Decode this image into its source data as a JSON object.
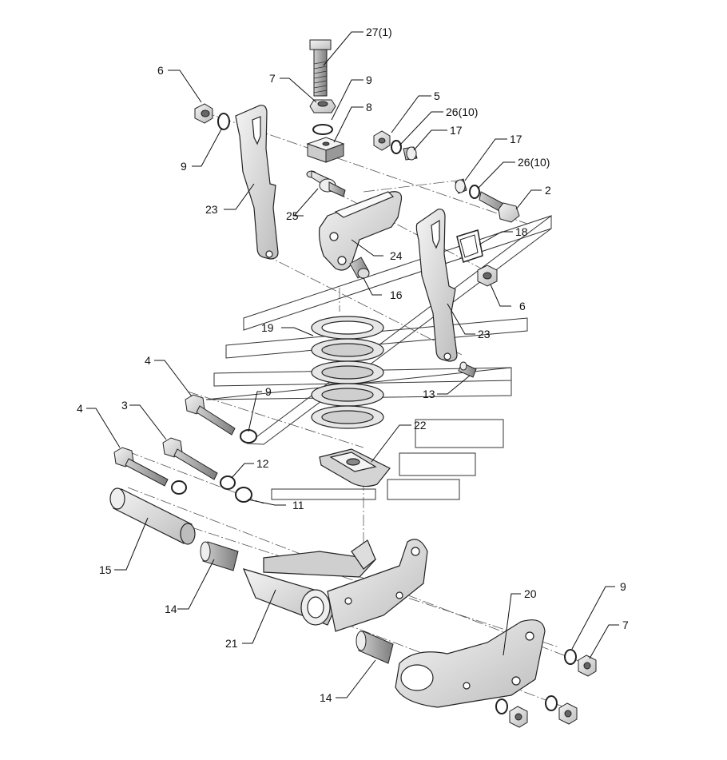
{
  "diagram": {
    "callouts": [
      {
        "id": "c27",
        "label": "27(1)"
      },
      {
        "id": "c6a",
        "label": "6"
      },
      {
        "id": "c7a",
        "label": "7"
      },
      {
        "id": "c9a",
        "label": "9"
      },
      {
        "id": "c8",
        "label": "8"
      },
      {
        "id": "c5",
        "label": "5"
      },
      {
        "id": "c26a",
        "label": "26(10)"
      },
      {
        "id": "c17a",
        "label": "17"
      },
      {
        "id": "c9b",
        "label": "9"
      },
      {
        "id": "c17b",
        "label": "17"
      },
      {
        "id": "c26b",
        "label": "26(10)"
      },
      {
        "id": "c2",
        "label": "2"
      },
      {
        "id": "c23a",
        "label": "23"
      },
      {
        "id": "c25",
        "label": "25"
      },
      {
        "id": "c18",
        "label": "18"
      },
      {
        "id": "c24",
        "label": "24"
      },
      {
        "id": "c16",
        "label": "16"
      },
      {
        "id": "c6b",
        "label": "6"
      },
      {
        "id": "c19",
        "label": "19"
      },
      {
        "id": "c23b",
        "label": "23"
      },
      {
        "id": "c4a",
        "label": "4"
      },
      {
        "id": "c9c",
        "label": "9"
      },
      {
        "id": "c13",
        "label": "13"
      },
      {
        "id": "c3",
        "label": "3"
      },
      {
        "id": "c4b",
        "label": "4"
      },
      {
        "id": "c22",
        "label": "22"
      },
      {
        "id": "c12",
        "label": "12"
      },
      {
        "id": "c11",
        "label": "11"
      },
      {
        "id": "c15",
        "label": "15"
      },
      {
        "id": "c14a",
        "label": "14"
      },
      {
        "id": "c20",
        "label": "20"
      },
      {
        "id": "c9d",
        "label": "9"
      },
      {
        "id": "c7b",
        "label": "7"
      },
      {
        "id": "c21",
        "label": "21"
      },
      {
        "id": "c14b",
        "label": "14"
      }
    ]
  }
}
